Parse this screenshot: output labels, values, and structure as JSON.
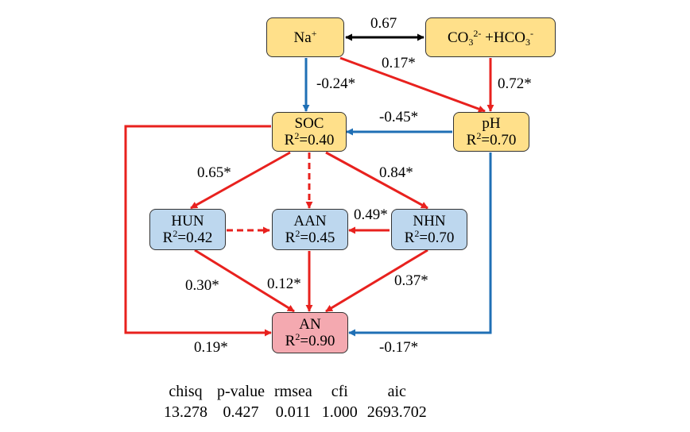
{
  "nodes": {
    "na": {
      "label": "Na",
      "sup": "+"
    },
    "co3": {
      "a": "CO",
      "a_sub": "3",
      "a_sup": "2-",
      "b": " +HCO",
      "b_sub": "3",
      "b_sup": "-"
    },
    "soc": {
      "label": "SOC",
      "r2": "=0.40"
    },
    "ph": {
      "label": "pH",
      "r2": "=0.70"
    },
    "hun": {
      "label": "HUN",
      "r2": "=0.42"
    },
    "aan": {
      "label": "AAN",
      "r2": "=0.45"
    },
    "nhn": {
      "label": "NHN",
      "r2": "=0.70"
    },
    "an": {
      "label": "AN",
      "r2": "=0.90"
    },
    "r2_prefix": "R",
    "r2_sup": "2"
  },
  "paths": {
    "na_co3": "0.67",
    "na_ph": "0.17*",
    "na_soc": "-0.24*",
    "co3_ph": "0.72*",
    "ph_soc": "-0.45*",
    "soc_hun": "0.65*",
    "soc_nhn": "0.84*",
    "nhn_aan": "0.49*",
    "hun_an": "0.30*",
    "aan_an": "0.12*",
    "nhn_an": "0.37*",
    "soc_an": "0.19*",
    "ph_an": "-0.17*"
  },
  "colors": {
    "positive": "#e8211e",
    "negative": "#1f6fb5",
    "correlation": "#000000",
    "node_yellow": "#ffe08a",
    "node_blue": "#bdd7ee",
    "node_pink": "#f4a9b0"
  },
  "fit": {
    "headers": [
      "chisq",
      "p-value",
      "rmsea",
      "cfi",
      "aic"
    ],
    "values": [
      "13.278",
      "0.427",
      "0.011",
      "1.000",
      "2693.702"
    ]
  }
}
